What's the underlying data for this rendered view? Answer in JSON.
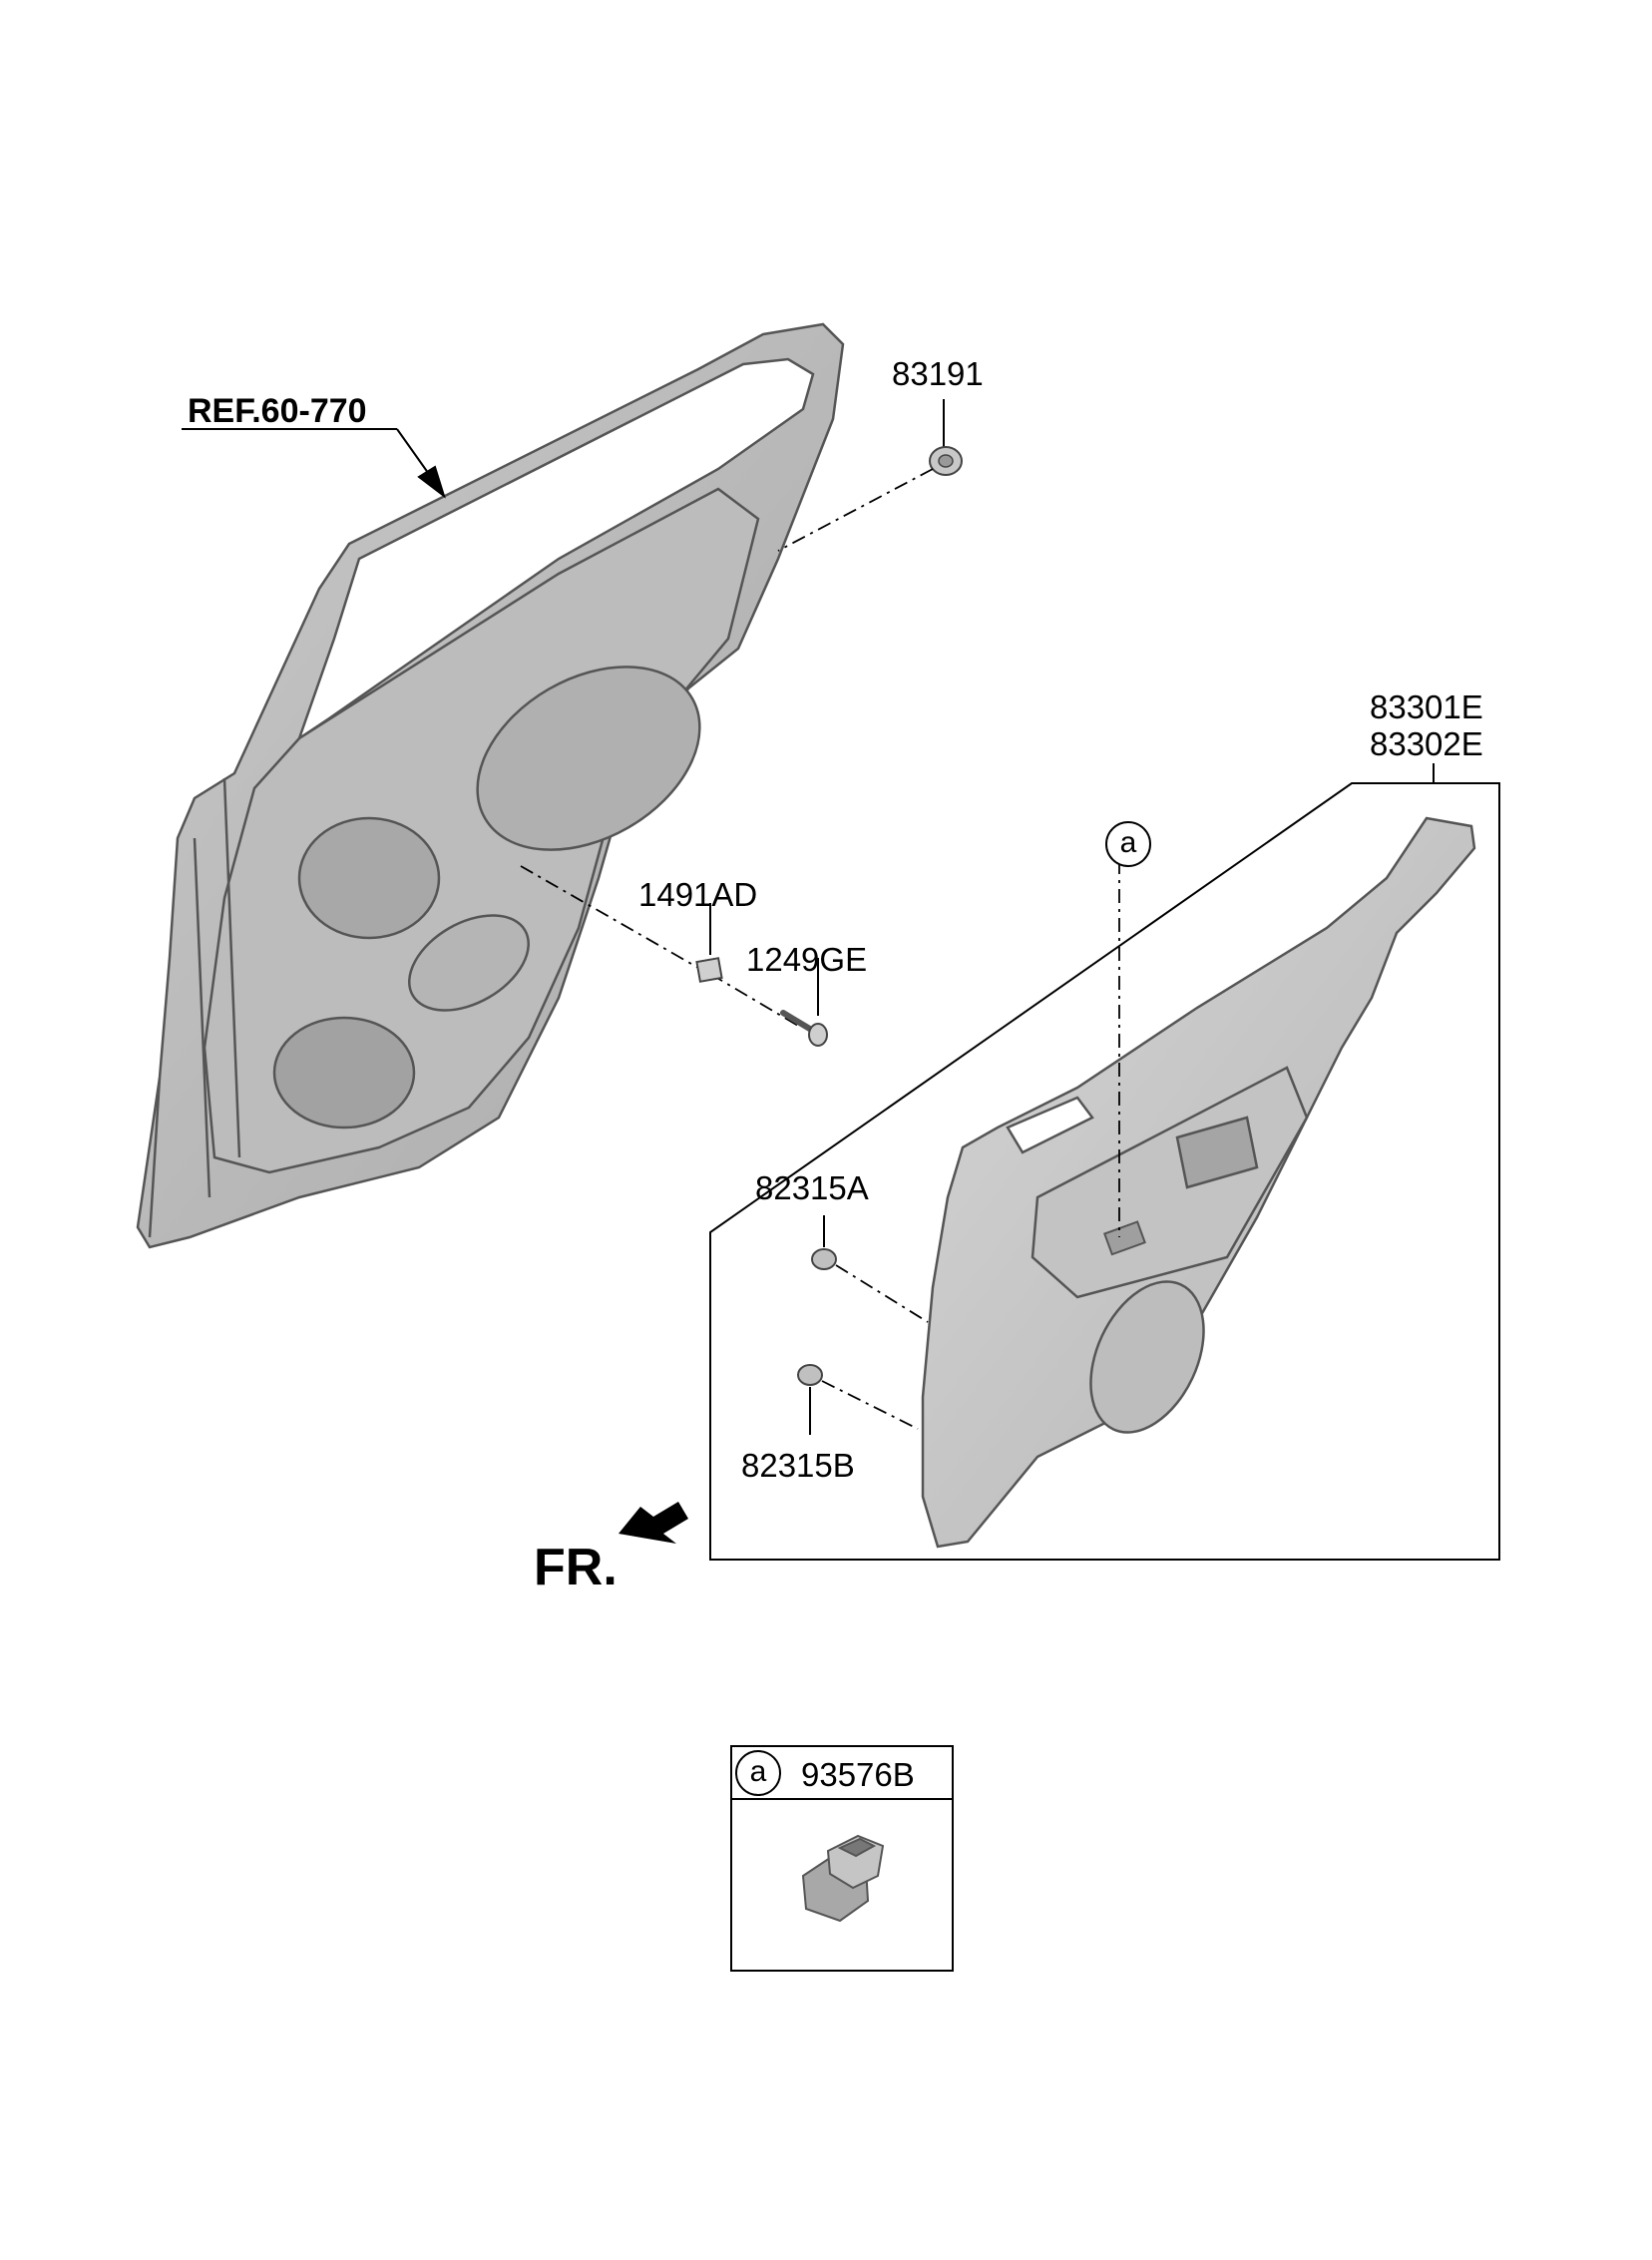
{
  "diagram": {
    "reference_label": "REF.60-770",
    "front_indicator": "FR.",
    "parts": {
      "grommet": "83191",
      "clip_nut": "1491AD",
      "screw": "1249GE",
      "trim_panel_left": "83301E",
      "trim_panel_right": "83302E",
      "fastener_a": "82315A",
      "fastener_b": "82315B"
    },
    "callout_marker": "a",
    "legend": {
      "marker": "a",
      "part_number": "93576B"
    }
  }
}
